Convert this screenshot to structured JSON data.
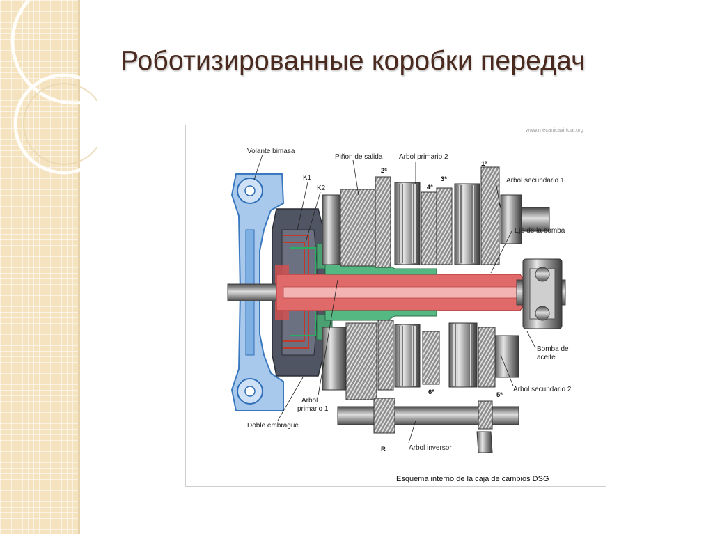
{
  "slide": {
    "title": "Роботизированные коробки передач"
  },
  "figure": {
    "watermark": "www.mecanicavirtual.org",
    "caption": "Esquema interno de la caja de cambios DSG",
    "labels": {
      "volante_bimasa": "Volante bimasa",
      "k1": "K1",
      "k2": "K2",
      "pinon_de_salida": "Piñon de salida",
      "arbol_primario_2": "Arbol primario 2",
      "arbol_secundario_1": "Arbol secundario 1",
      "eje_de_la_bomba": "Eje de la bomba",
      "bomba_de_aceite_1": "Bomba de",
      "bomba_de_aceite_2": "aceite",
      "arbol_secundario_2": "Arbol secundario 2",
      "arbol_primario_1_a": "Arbol",
      "arbol_primario_1_b": "primario 1",
      "doble_embrague": "Doble embrague",
      "arbol_inversor": "Arbol inversor",
      "gear_2": "2ª",
      "gear_4": "4ª",
      "gear_3": "3ª",
      "gear_1": "1ª",
      "gear_6": "6ª",
      "gear_5": "5ª",
      "gear_r": "R"
    }
  }
}
